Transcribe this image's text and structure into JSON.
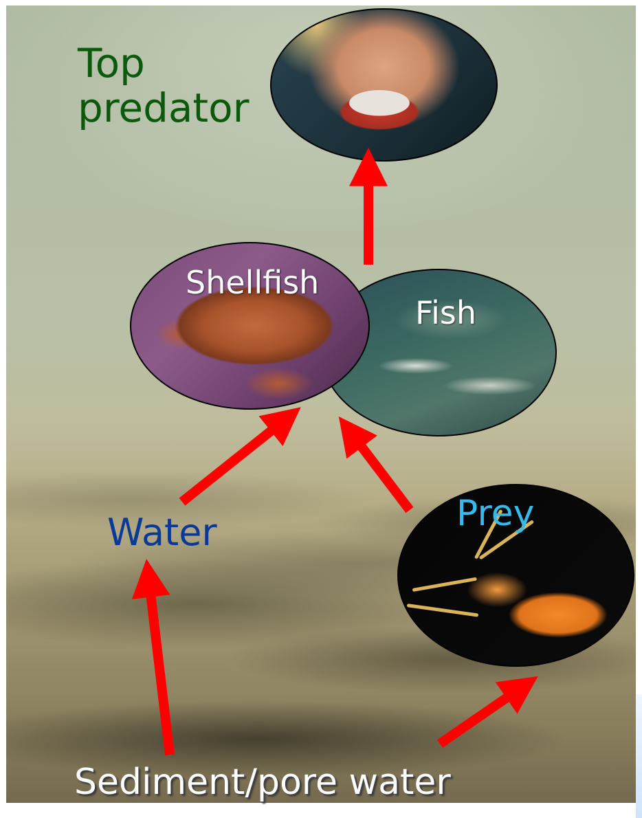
{
  "diagram": {
    "nodes": {
      "top_predator": "Top predator",
      "shellfish": "Shellfish",
      "fish": "Fish",
      "water": "Water",
      "prey": "Prey",
      "sediment": "Sediment/pore water"
    },
    "edges": [
      {
        "from": "sediment",
        "to": "water"
      },
      {
        "from": "sediment",
        "to": "prey"
      },
      {
        "from": "water",
        "to": "shellfish"
      },
      {
        "from": "prey",
        "to": "fish"
      },
      {
        "from": "shellfish",
        "to": "top_predator"
      }
    ],
    "colors": {
      "arrow": "#ff0000",
      "top_predator_text": "#0b5a0b",
      "water_text": "#0a3a96",
      "prey_text": "#33bbee",
      "photo_label_text": "#ffffff"
    }
  }
}
